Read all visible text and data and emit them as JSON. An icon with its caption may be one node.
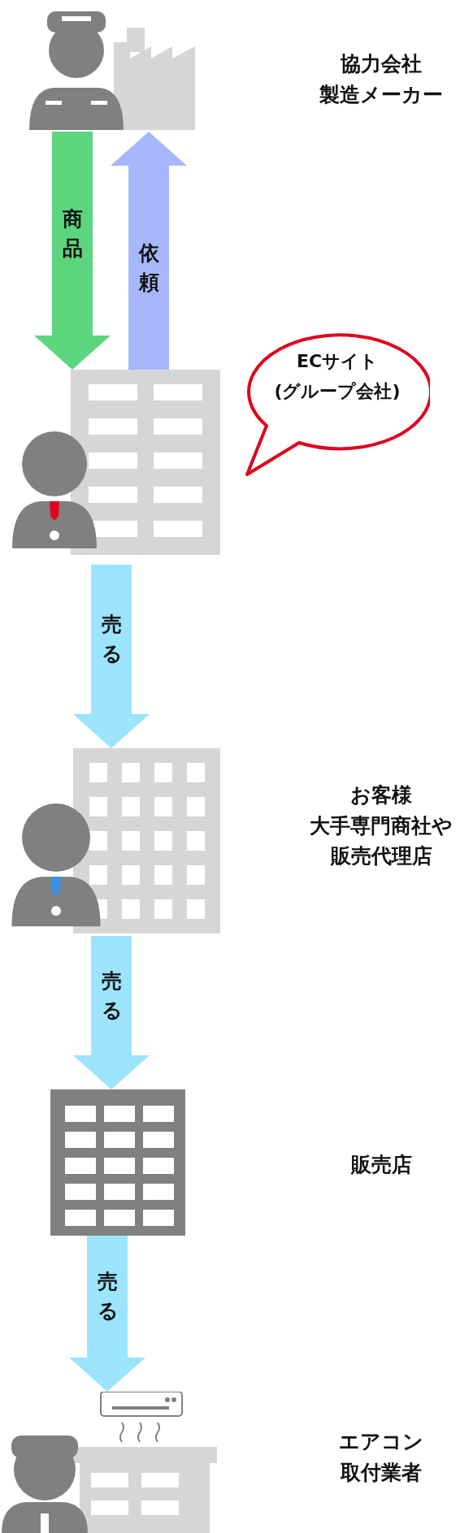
{
  "diagram": {
    "nodes": [
      {
        "text": [],
        "shape": "picture"
      },
      {
        "text": [],
        "shape": "picture"
      },
      {
        "text": [
          "ECサイト (グループ会社)"
        ]
      },
      {
        "text": [],
        "shape": "picture"
      },
      {
        "text": [],
        "shape": "picture"
      },
      {
        "text": [],
        "shape": "picture"
      }
    ],
    "edges": [
      {
        "from": 0,
        "to": 1,
        "arrow": "to",
        "label": "商品",
        "color": "#5cd57f"
      },
      {
        "from": 1,
        "to": 0,
        "arrow": "to",
        "label": "依頼",
        "color": "#a6b8fb"
      },
      {
        "from": 1,
        "to": 3,
        "arrow": "to",
        "label": "売る"
      },
      {
        "from": 3,
        "to": 4,
        "arrow": "to",
        "label": "売る"
      },
      {
        "from": 4,
        "to": 5,
        "arrow": "to",
        "label": "売る"
      }
    ],
    "labels": [
      "協力会社製造メーカー",
      "お客様大手専門商社や販売代理店",
      "販売店",
      "エアコン取付業者"
    ]
  }
}
